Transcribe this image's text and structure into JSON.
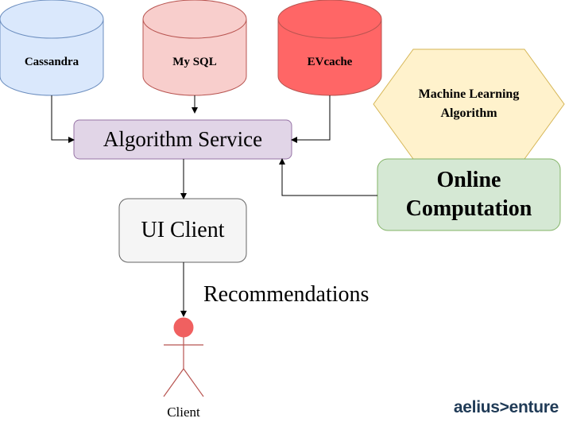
{
  "databases": {
    "cassandra": {
      "label": "Cassandra",
      "fill": "#dae8fc",
      "stroke": "#6c8ebf"
    },
    "mysql": {
      "label": "My SQL",
      "fill": "#f8cecc",
      "stroke": "#b85450"
    },
    "evcache": {
      "label": "EVcache",
      "fill": "#ff6666",
      "stroke": "#b85450"
    }
  },
  "ml_algorithm": {
    "label": "Machine Learning Algorithm",
    "fill": "#fff2cc",
    "stroke": "#d6b656"
  },
  "algorithm_service": {
    "label": "Algorithm Service",
    "fill": "#e1d5e7",
    "stroke": "#9673a6"
  },
  "online_computation": {
    "label": "Online Computation",
    "fill": "#d5e8d4",
    "stroke": "#82b366"
  },
  "ui_client": {
    "label": "UI Client",
    "fill": "#f5f5f5",
    "stroke": "#666666"
  },
  "recommendations_label": "Recommendations",
  "client": {
    "label": "Client",
    "head_color": "#f06060",
    "stroke": "#b85450"
  },
  "brand": {
    "logo_text": "aelius>enture",
    "color": "#1f3a56"
  }
}
